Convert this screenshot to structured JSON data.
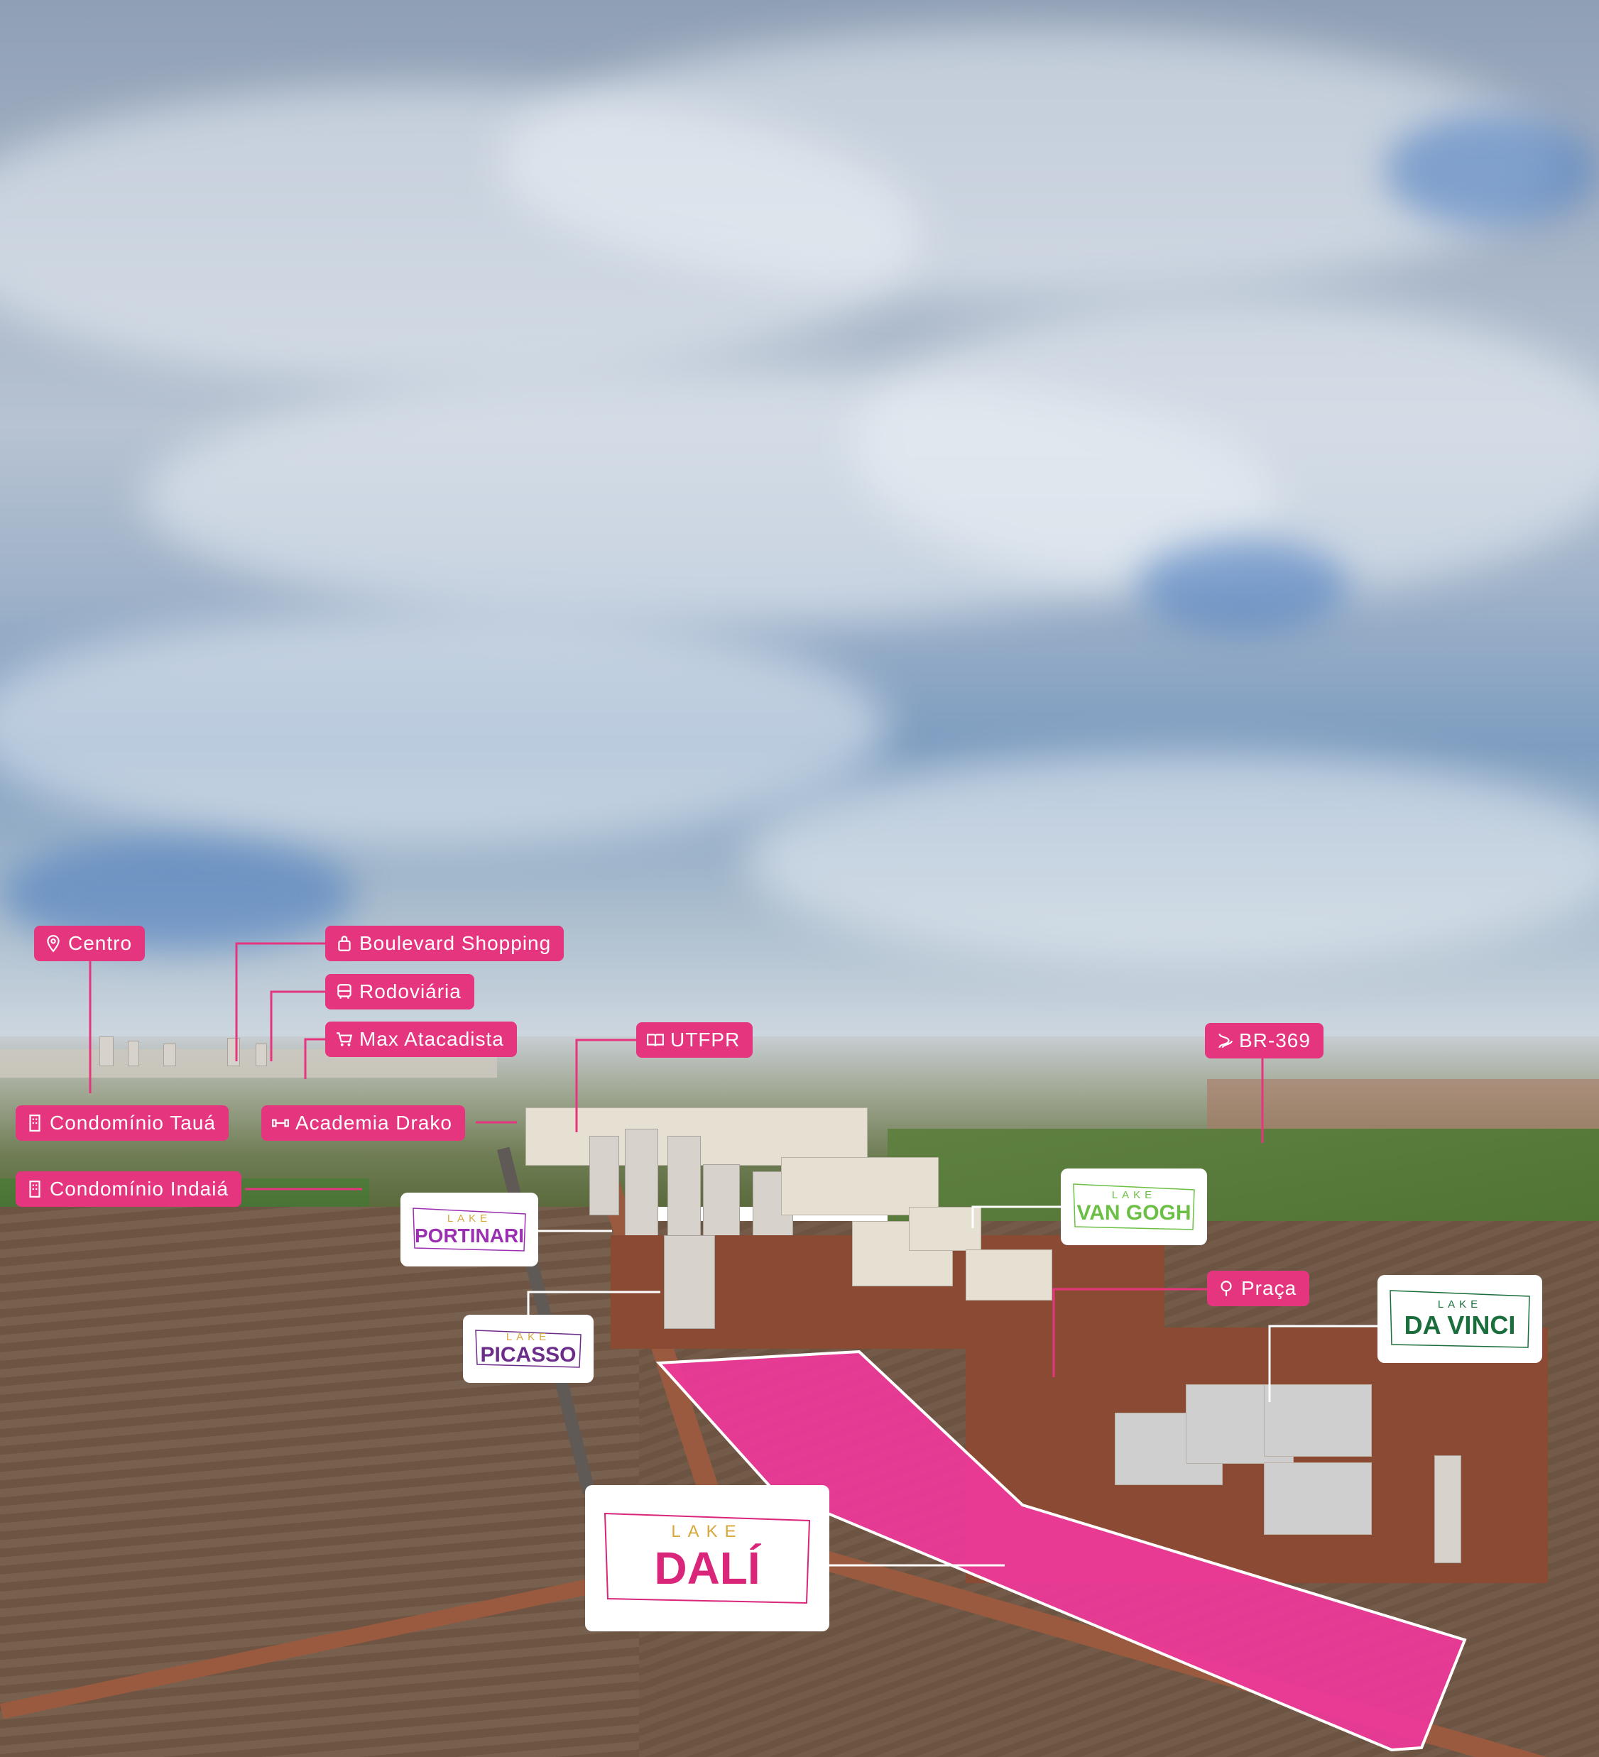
{
  "colors": {
    "label_pink": "#e5357e",
    "plot_pink": "#f0389a",
    "portinari": "#9a2fb0",
    "picasso": "#6a2d8a",
    "van_gogh": "#6cbf45",
    "da_vinci": "#1a6e3c",
    "dali": "#d9267a",
    "card_accent_gold": "#d8a73a"
  },
  "poi_labels": [
    {
      "id": "centro",
      "text": "Centro",
      "icon": "map-pin-icon"
    },
    {
      "id": "boulevard",
      "text": "Boulevard Shopping",
      "icon": "shopping-bag-icon"
    },
    {
      "id": "rodoviaria",
      "text": "Rodoviária",
      "icon": "bus-icon"
    },
    {
      "id": "max",
      "text": "Max Atacadista",
      "icon": "shopping-cart-icon"
    },
    {
      "id": "utfpr",
      "text": "UTFPR",
      "icon": "book-icon"
    },
    {
      "id": "br369",
      "text": "BR-369",
      "icon": "road-icon"
    },
    {
      "id": "taua",
      "text": "Condomínio Tauá",
      "icon": "building-icon"
    },
    {
      "id": "drako",
      "text": "Academia Drako",
      "icon": "dumbbell-icon"
    },
    {
      "id": "indaia",
      "text": "Condomínio Indaiá",
      "icon": "building-icon"
    },
    {
      "id": "praca",
      "text": "Praça",
      "icon": "tree-icon"
    }
  ],
  "development_cards": {
    "portinari": {
      "small": "LAKE",
      "big": "PORTINARI"
    },
    "picasso": {
      "small": "LAKE",
      "big": "PICASSO"
    },
    "van_gogh": {
      "small": "LAKE",
      "big": "VAN GOGH"
    },
    "da_vinci": {
      "small": "LAKE",
      "big": "DA VINCI"
    },
    "dali": {
      "small": "LAKE",
      "big": "DALÍ"
    }
  }
}
